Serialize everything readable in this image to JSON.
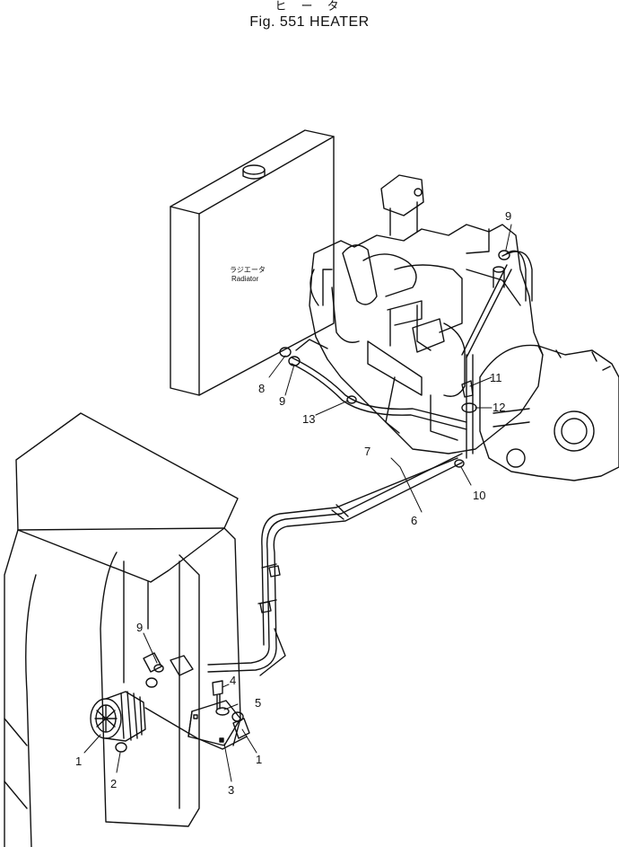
{
  "header": {
    "japanese_title": "ヒ ー タ",
    "figure_title": "Fig. 551  HEATER"
  },
  "radiator_label": {
    "japanese": "ラジエータ",
    "english": "Radiator"
  },
  "callouts": {
    "c1a": "1",
    "c1b": "1",
    "c2": "2",
    "c3": "3",
    "c4": "4",
    "c5": "5",
    "c6": "6",
    "c7": "7",
    "c8": "8",
    "c9a": "9",
    "c9b": "9",
    "c9c": "9",
    "c10": "10",
    "c11": "11",
    "c12": "12",
    "c13": "13"
  }
}
